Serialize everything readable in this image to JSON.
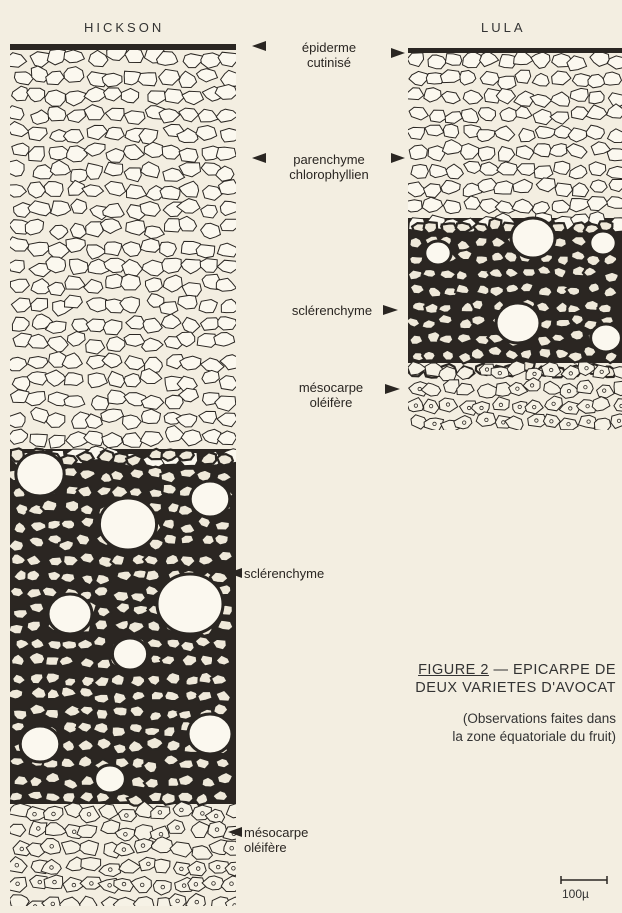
{
  "columns": {
    "hickson": "HICKSON",
    "lula": "LULA"
  },
  "labels": {
    "epiderme_l1": "épiderme",
    "epiderme_l2": "cutinisé",
    "parenchyme_l1": "parenchyme",
    "parenchyme_l2": "chlorophyllien",
    "sclerenchyme_top": "sclérenchyme",
    "mesocarpe_top_l1": "mésocarpe",
    "mesocarpe_top_l2": "oléifère",
    "sclerenchyme_bottom": "sclérenchyme",
    "mesocarpe_bottom_l1": "mésocarpe",
    "mesocarpe_bottom_l2": "oléifère"
  },
  "caption": {
    "figure_ref": "FIGURE 2",
    "line1_rest": " — EPICARPE DE",
    "line2": "DEUX VARIETES D'AVOCAT",
    "note_line1": "(Observations faites dans",
    "note_line2": "la zone équatoriale du fruit)"
  },
  "scale_bar": "100µ",
  "colors": {
    "background": "#f3eee1",
    "ink": "#2a2622",
    "parenchyma_fill": "#fbf8ef",
    "sclerenchyma_fill": "#2b2622"
  }
}
